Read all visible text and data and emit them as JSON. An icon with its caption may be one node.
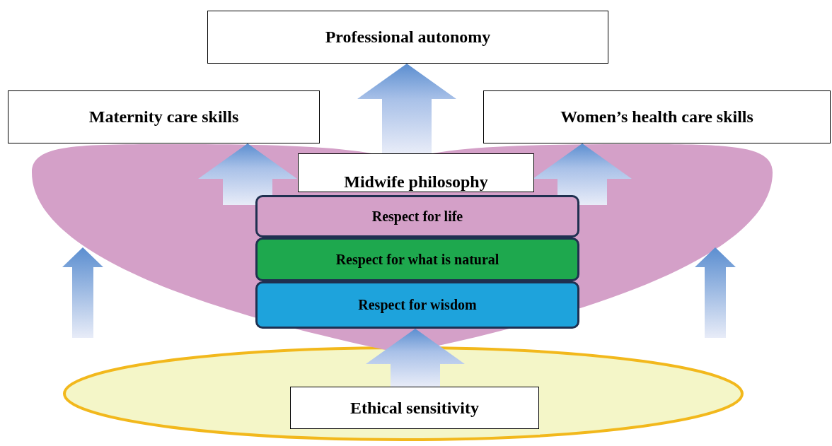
{
  "diagram": {
    "nodes": [
      {
        "text": [
          "Professional autonomy"
        ]
      },
      {
        "text": [
          "Maternity care skills"
        ]
      },
      {
        "text": [
          "Women’s health care skills"
        ]
      },
      {
        "text": [],
        "shape": "heart"
      },
      {
        "text": [
          "Midwife philosophy"
        ],
        "in": 3
      },
      {
        "text": [
          "Respect for life"
        ],
        "in": 3
      },
      {
        "text": [
          "Respect for what is natural"
        ],
        "in": 3
      },
      {
        "text": [
          "Respect for wisdom"
        ],
        "in": 3
      },
      {
        "text": [],
        "shape": "ellipse"
      },
      {
        "text": [
          "Ethical sensitivity"
        ],
        "in": 8
      }
    ],
    "edges": [
      {
        "from": 4,
        "to": 0,
        "arrow": "to"
      },
      {
        "from": 3,
        "to": 1,
        "arrow": "to"
      },
      {
        "from": 3,
        "to": 2,
        "arrow": "to"
      },
      {
        "from": 9,
        "to": 7,
        "arrow": "to"
      }
    ]
  }
}
